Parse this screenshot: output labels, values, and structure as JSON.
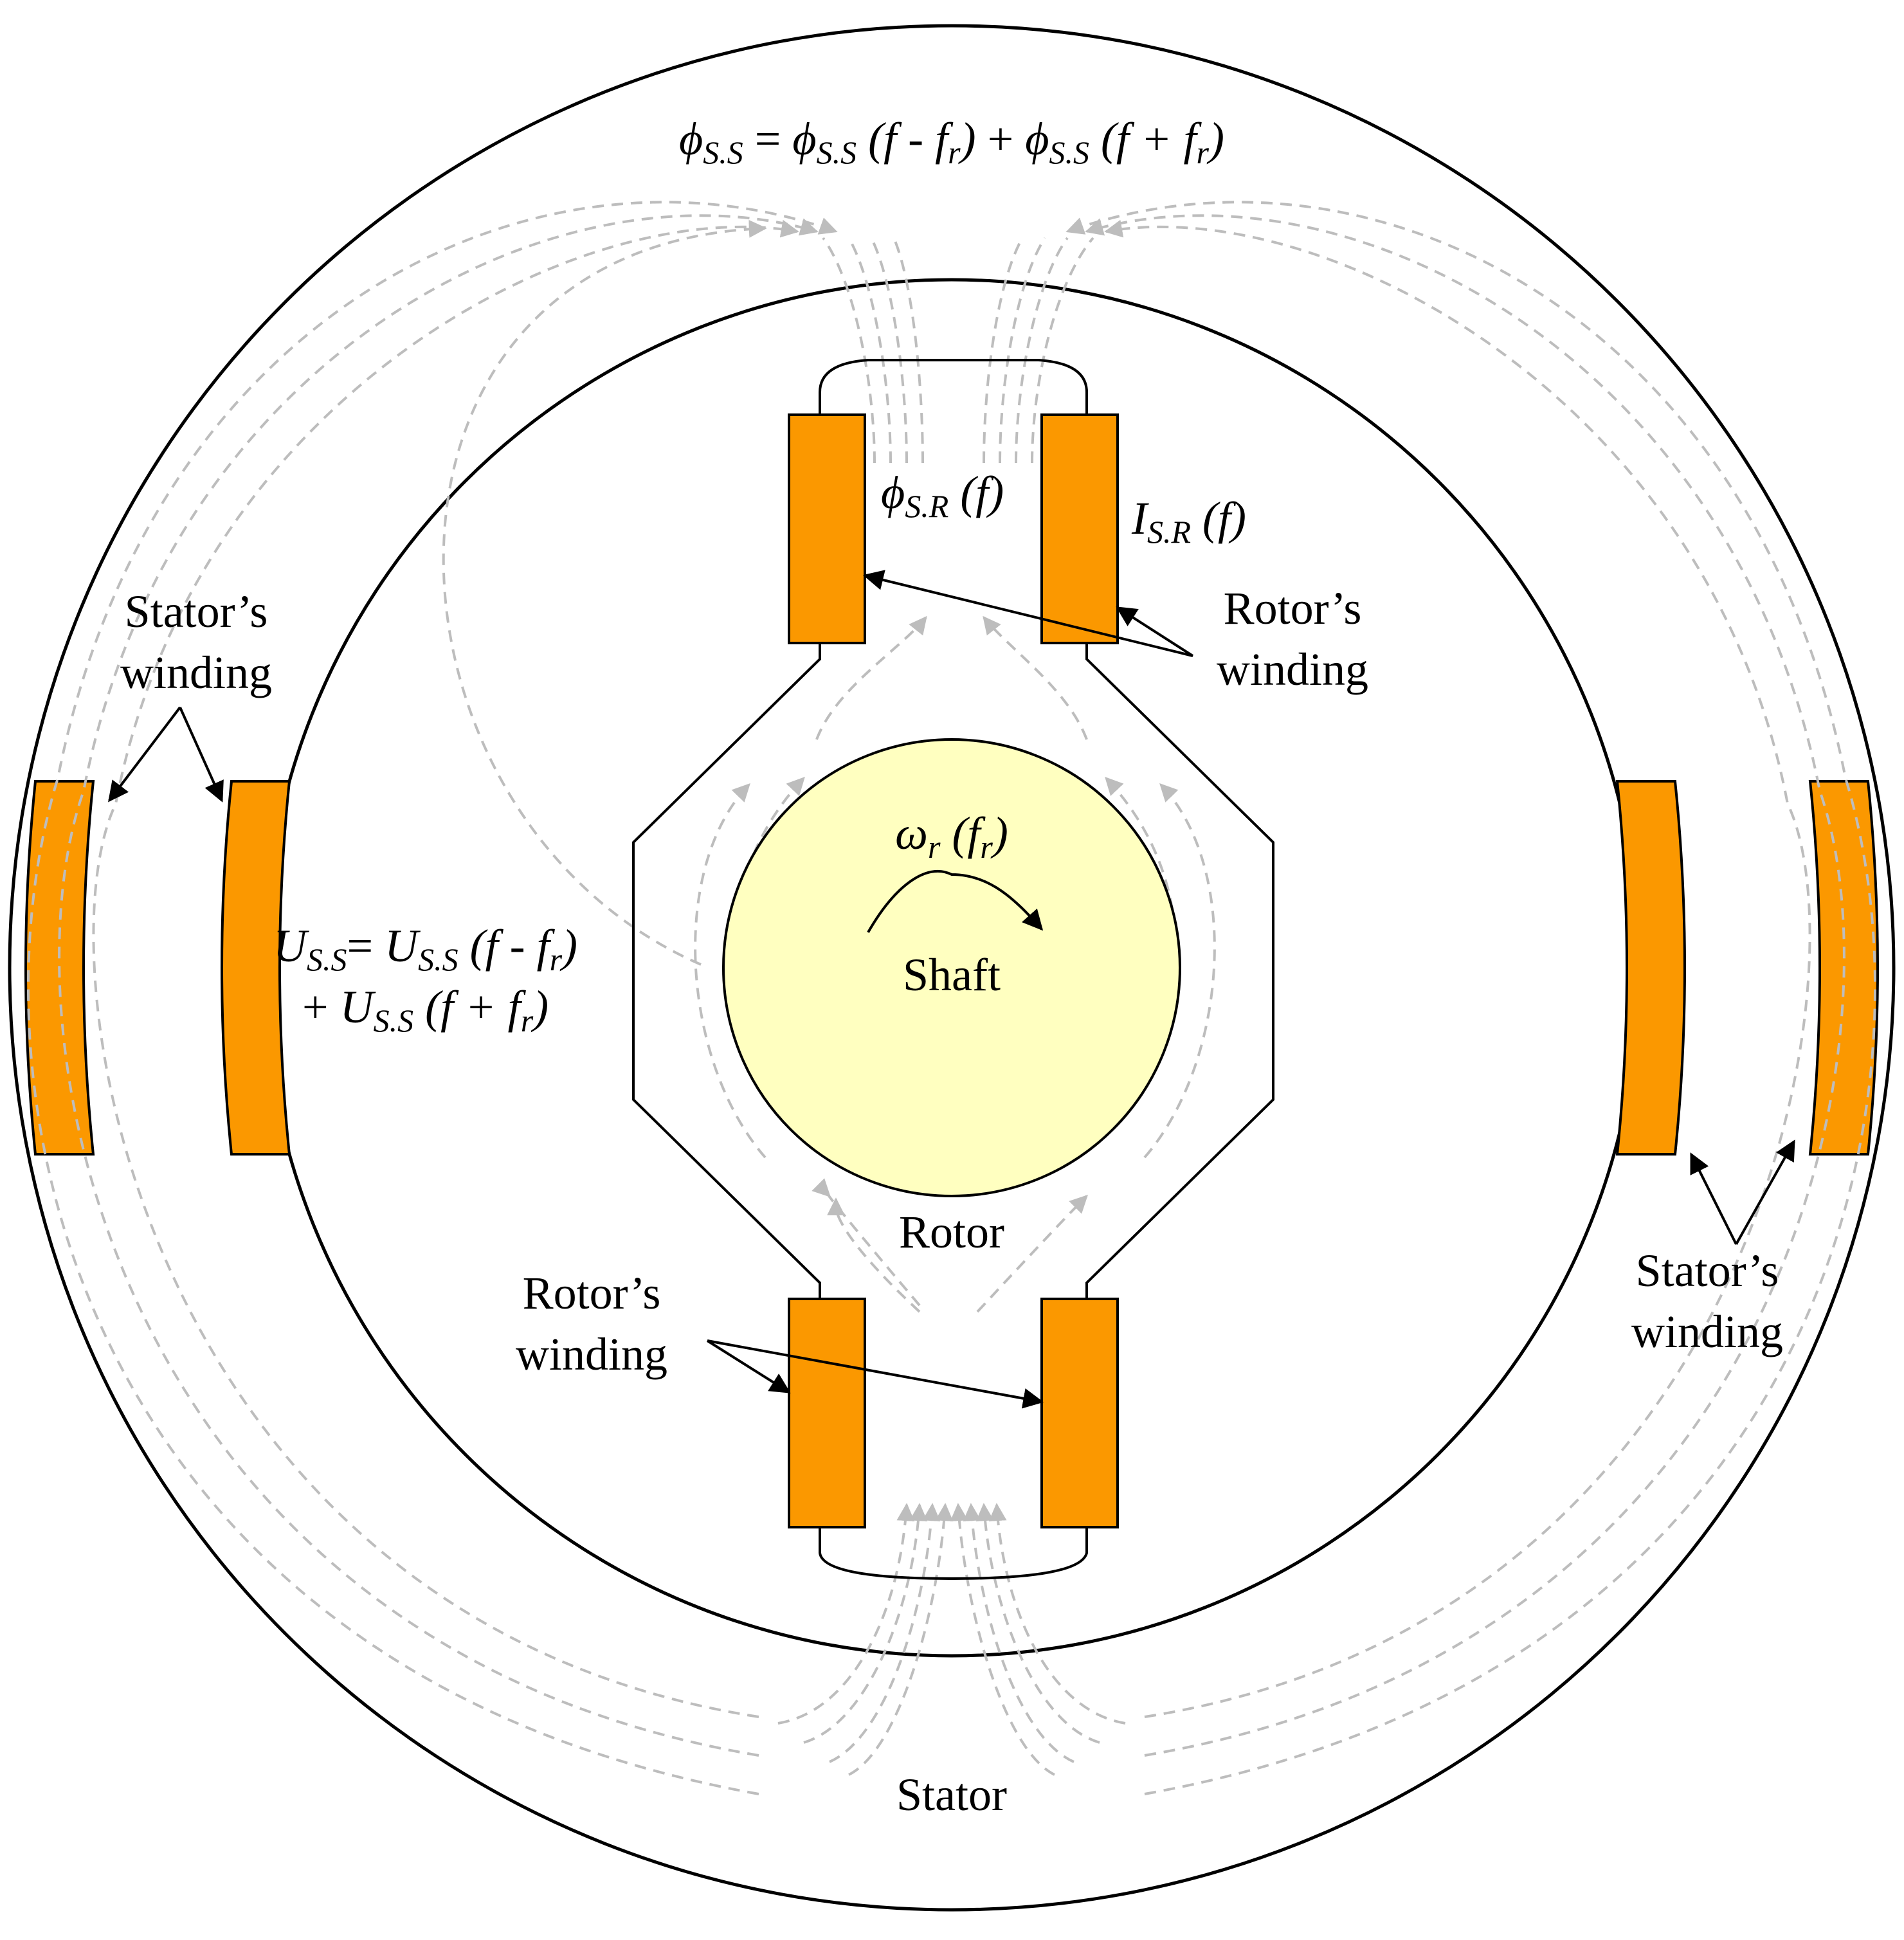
{
  "labels": {
    "stator": "Stator",
    "rotor": "Rotor",
    "shaft": "Shaft",
    "stator_winding_left_1": "Stator’s",
    "stator_winding_left_2": "winding",
    "stator_winding_right_1": "Stator’s",
    "stator_winding_right_2": "winding",
    "rotor_winding_top_1": "Rotor’s",
    "rotor_winding_top_2": "winding",
    "rotor_winding_bottom_1": "Rotor’s",
    "rotor_winding_bottom_2": "winding"
  },
  "equations": {
    "phi_ss": {
      "phi": "ϕ",
      "sub": "S.S",
      "eq": " = ",
      "t1_phi": "ϕ",
      "t1_sub": "S.S",
      "t1_arg": " (f - f",
      "t1_r": "r",
      "t1_close": ")",
      "plus": " + ",
      "t2_phi": "ϕ",
      "t2_sub": "S.S",
      "t2_arg": " (f + f",
      "t2_r": "r",
      "t2_close": ")"
    },
    "phi_sr": {
      "phi": "ϕ",
      "sub": "S.R",
      "arg": " (f)"
    },
    "i_sr": {
      "sym": "I",
      "sub": "S.R",
      "arg": " (f)"
    },
    "omega": {
      "sym": "ω",
      "sub": "r",
      "arg": " (f",
      "r": "r",
      "close": ")"
    },
    "u_ss_line1": {
      "sym": "U",
      "sub": "S.S",
      "eq": "= ",
      "t_sym": "U",
      "t_sub": "S.S",
      "t_arg": " (f - f",
      "t_r": "r",
      "t_close": ")"
    },
    "u_ss_line2": {
      "plus": "+ ",
      "t_sym": "U",
      "t_sub": "S.S",
      "t_arg": " (f + f",
      "t_r": "r",
      "t_close": ")"
    }
  },
  "colors": {
    "winding": "#fb9800",
    "shaft": "#ffffc0",
    "flux": "#bdbdbd",
    "outline": "#000000"
  }
}
